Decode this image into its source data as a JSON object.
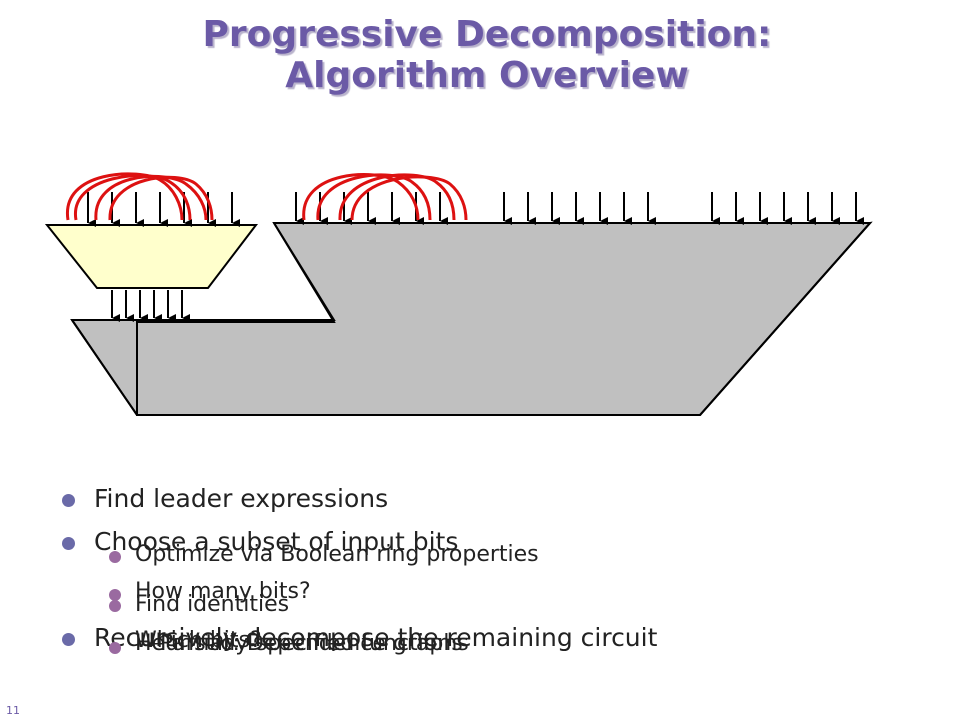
{
  "slide": {
    "title_line1": "Progressive Decomposition:",
    "title_line2": "Algorithm Overview",
    "slide_number": "11"
  },
  "bullets": [
    {
      "text": "Find leader expressions"
    },
    {
      "text": "Choose a subset of input bits"
    },
    {
      "text": "Recursively decompose the remaining circuit"
    }
  ],
  "sub_bullets": [
    {
      "text": "Optimize via Boolean ring properties"
    },
    {
      "text": "How many bits?"
    },
    {
      "text": "Find identities"
    },
    {
      "text": "Which bits?"
    },
    {
      "text": "Heuristic: Dependence graphs"
    },
    {
      "text": "Partially-specified functions"
    }
  ],
  "colors": {
    "title": "#6b5aa6",
    "block_fill": "#c0c0c0",
    "small_block_fill": "#ffffcc",
    "loop": "#dd1111",
    "bullet": "#6a6aa8"
  }
}
